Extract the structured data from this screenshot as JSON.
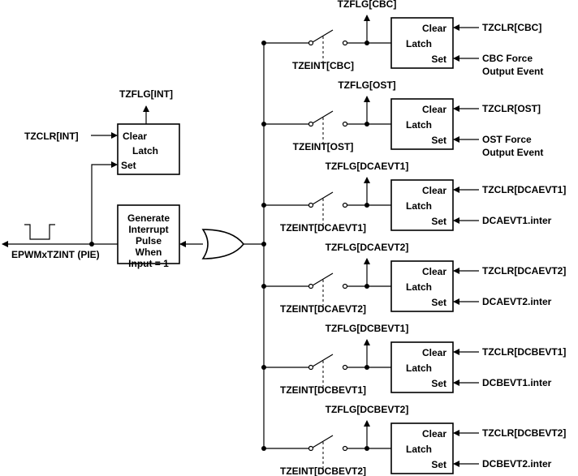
{
  "int_block": {
    "flag": "TZFLG[INT]",
    "clear_input": "TZCLR[INT]",
    "clear": "Clear",
    "latch": "Latch",
    "set": "Set"
  },
  "pulse_block": {
    "line1": "Generate",
    "line2": "Interrupt",
    "line3": "Pulse",
    "line4": "When",
    "line5": "Input = 1"
  },
  "output_label": "EPWMxTZINT (PIE)",
  "latch_labels": {
    "clear": "Clear",
    "latch": "Latch",
    "set": "Set"
  },
  "channels": [
    {
      "flag": "TZFLG[CBC]",
      "enable": "TZEINT[CBC]",
      "clr": "TZCLR[CBC]",
      "set_in1": "CBC Force",
      "set_in2": "Output Event"
    },
    {
      "flag": "TZFLG[OST]",
      "enable": "TZEINT[OST]",
      "clr": "TZCLR[OST]",
      "set_in1": "OST Force",
      "set_in2": "Output Event"
    },
    {
      "flag": "TZFLG[DCAEVT1]",
      "enable": "TZEINT[DCAEVT1]",
      "clr": "TZCLR[DCAEVT1]",
      "set_in1": "DCAEVT1.inter",
      "set_in2": ""
    },
    {
      "flag": "TZFLG[DCAEVT2]",
      "enable": "TZEINT[DCAEVT2]",
      "clr": "TZCLR[DCAEVT2]",
      "set_in1": "DCAEVT2.inter",
      "set_in2": ""
    },
    {
      "flag": "TZFLG[DCBEVT1]",
      "enable": "TZEINT[DCBEVT1]",
      "clr": "TZCLR[DCBEVT1]",
      "set_in1": "DCBEVT1.inter",
      "set_in2": ""
    },
    {
      "flag": "TZFLG[DCBEVT2]",
      "enable": "TZEINT[DCBEVT2]",
      "clr": "TZCLR[DCBEVT2]",
      "set_in1": "DCBEVT2.inter",
      "set_in2": ""
    }
  ]
}
